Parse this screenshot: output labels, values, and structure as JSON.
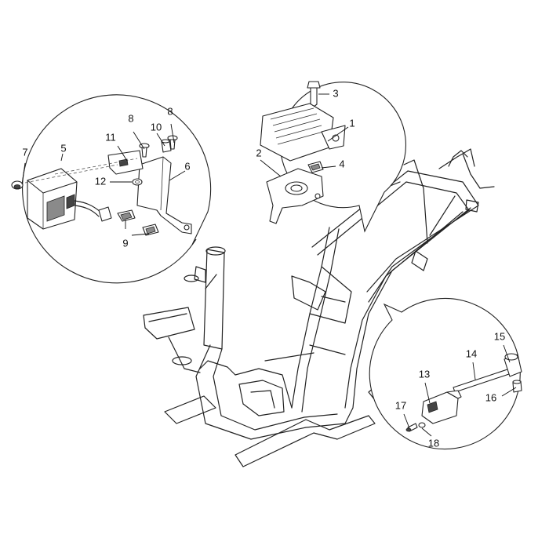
{
  "labels": [
    "1",
    "2",
    "3",
    "4",
    "5",
    "6",
    "7",
    "8",
    "8",
    "9",
    "10",
    "11",
    "12",
    "13",
    "14",
    "15",
    "16",
    "17",
    "18"
  ]
}
